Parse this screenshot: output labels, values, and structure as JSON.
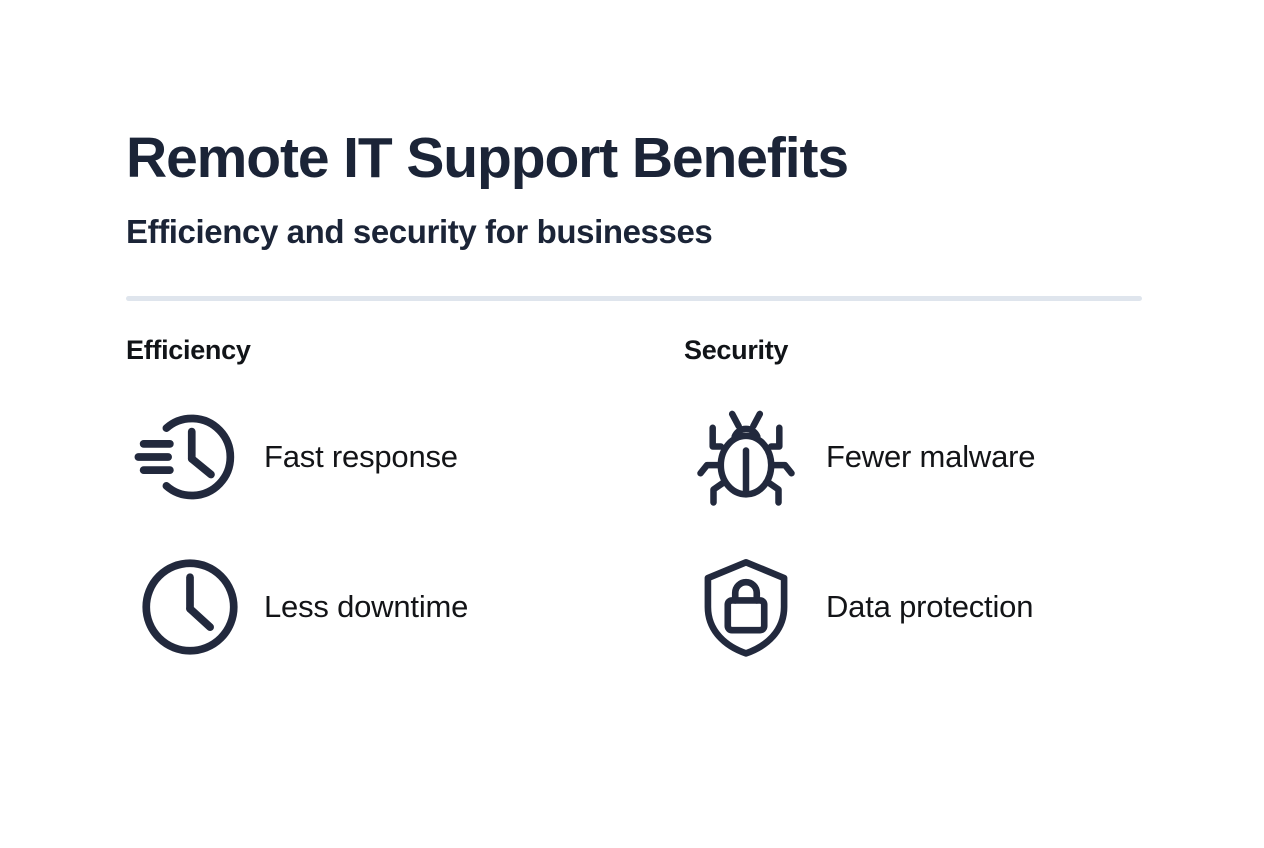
{
  "header": {
    "title": "Remote IT Support Benefits",
    "subtitle": "Efficiency and security for businesses"
  },
  "theme": {
    "background": "#ffffff",
    "heading_color": "#1b2437",
    "text_color": "#131417",
    "icon_stroke": "#22293d",
    "divider_color": "#dfe5ed"
  },
  "columns": [
    {
      "title": "Efficiency",
      "items": [
        {
          "label": "Fast response",
          "icon": "fast-clock-icon"
        },
        {
          "label": "Less downtime",
          "icon": "clock-icon"
        }
      ]
    },
    {
      "title": "Security",
      "items": [
        {
          "label": "Fewer malware",
          "icon": "bug-icon"
        },
        {
          "label": "Data protection",
          "icon": "shield-lock-icon"
        }
      ]
    }
  ]
}
